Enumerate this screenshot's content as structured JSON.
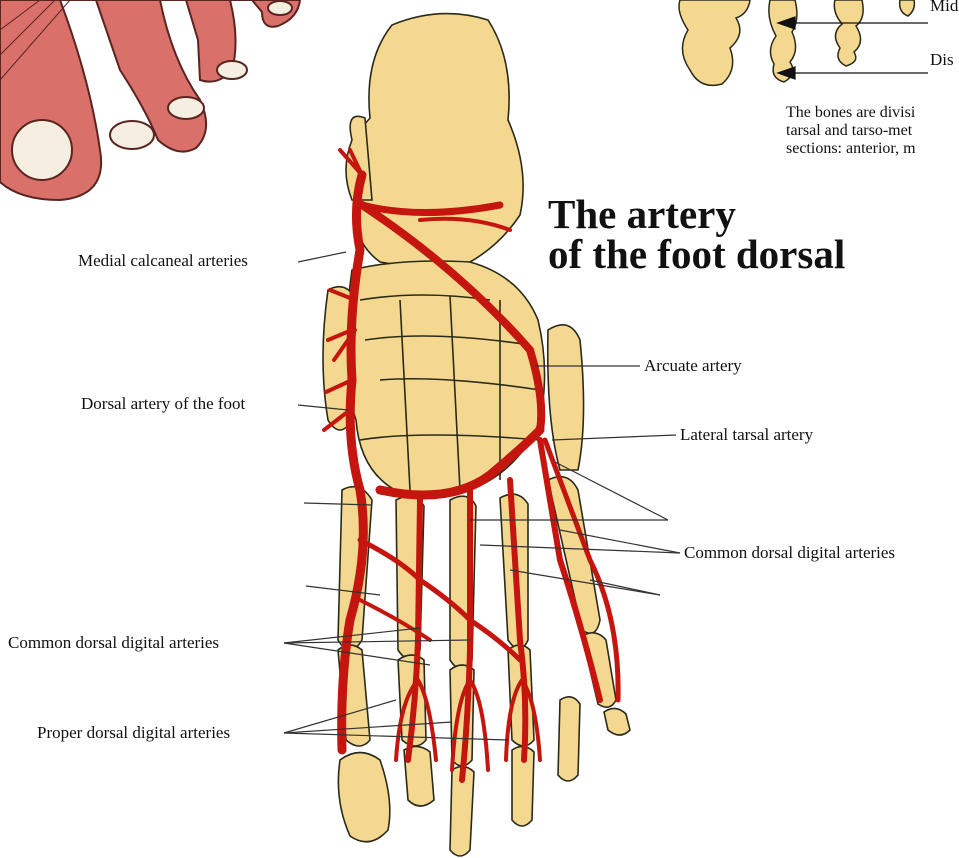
{
  "title": {
    "line1": "The artery",
    "line2": "of the foot dorsal"
  },
  "labels": {
    "medial_calcaneal": "Medial calcaneal arteries",
    "dorsal_artery_foot": "Dorsal artery of the foot",
    "common_dorsal_digital_left": "Common dorsal digital arteries",
    "proper_dorsal_digital": "Proper dorsal digital arteries",
    "arcuate": "Arcuate artery",
    "lateral_tarsal": "Lateral tarsal artery",
    "common_dorsal_digital_right": "Common dorsal digital arteries",
    "top_mid": "Mid",
    "top_dis": "Dis"
  },
  "note": {
    "line1": "The bones are divisi",
    "line2": "tarsal and tarso-met",
    "line3": "sections: anterior, m"
  },
  "colors": {
    "bone": "#f5d890",
    "bone_outline": "#2a2a1a",
    "artery": "#c4150e",
    "artery_dark": "#6a0806",
    "skin": "#d9706a",
    "nail": "#f4efe0"
  }
}
